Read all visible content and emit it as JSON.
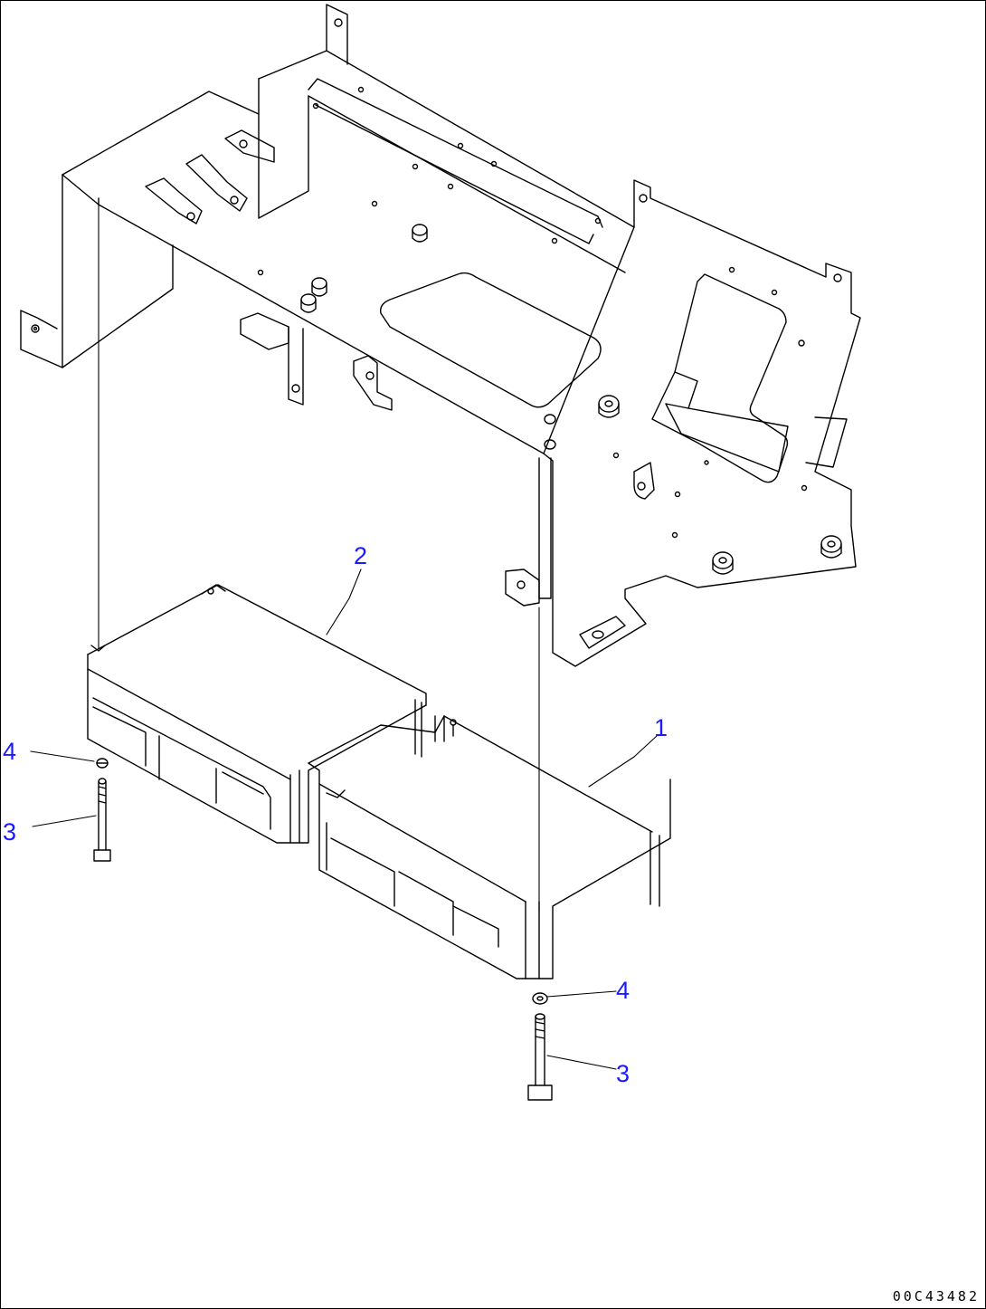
{
  "callouts": [
    {
      "id": "c2",
      "text": "2"
    },
    {
      "id": "c1",
      "text": "1"
    },
    {
      "id": "c4a",
      "text": "4"
    },
    {
      "id": "c3a",
      "text": "3"
    },
    {
      "id": "c4b",
      "text": "4"
    },
    {
      "id": "c3b",
      "text": "3"
    }
  ],
  "drawing_id": "00C43482",
  "colors": {
    "callout": "#1a1aff",
    "line": "#000000"
  }
}
